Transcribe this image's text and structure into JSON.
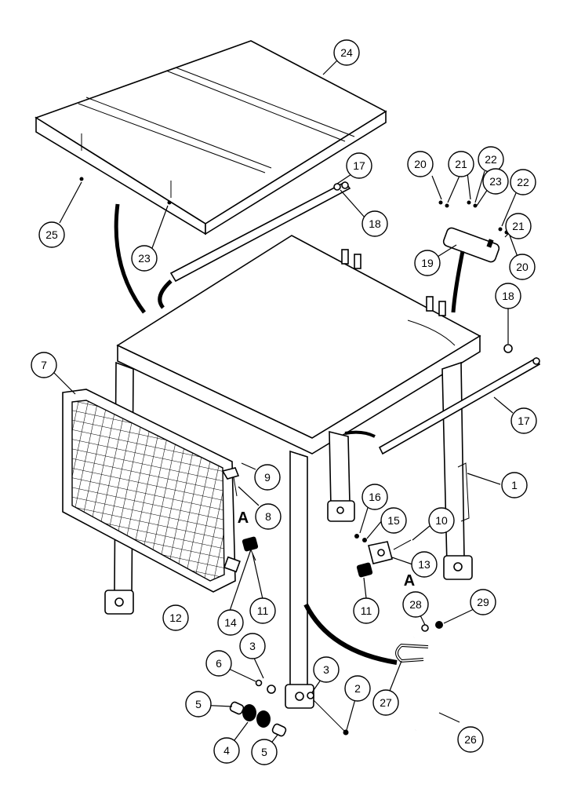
{
  "callouts": [
    "1",
    "2",
    "3",
    "3",
    "4",
    "5",
    "5",
    "6",
    "7",
    "8",
    "9",
    "10",
    "11",
    "11",
    "12",
    "13",
    "14",
    "15",
    "16",
    "17",
    "17",
    "18",
    "18",
    "19",
    "20",
    "20",
    "21",
    "21",
    "22",
    "22",
    "23",
    "23",
    "24",
    "25",
    "26",
    "27",
    "28",
    "29"
  ],
  "detail_markers": [
    "A",
    "A"
  ],
  "colors": {
    "ink": "#000000",
    "paper": "#ffffff"
  }
}
